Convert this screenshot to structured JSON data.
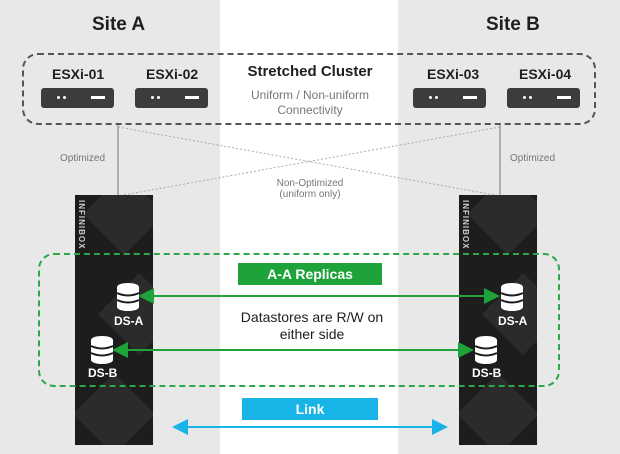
{
  "sites": {
    "a_title": "Site A",
    "b_title": "Site B"
  },
  "cluster": {
    "title": "Stretched Cluster",
    "subtitle_line1": "Uniform / Non-uniform",
    "subtitle_line2": "Connectivity",
    "hosts": [
      "ESXi-01",
      "ESXi-02",
      "ESXi-03",
      "ESXi-04"
    ]
  },
  "paths": {
    "optimized_label": "Optimized",
    "non_optimized_line1": "Non-Optimized",
    "non_optimized_line2": "(uniform only)"
  },
  "storage": {
    "brand": "INFINIBOX",
    "replicas_label": "A-A Replicas",
    "datastores_line1": "Datastores are R/W on",
    "datastores_line2": "either side",
    "ds_a": "DS-A",
    "ds_b": "DS-B",
    "link_label": "Link"
  },
  "colors": {
    "replica": "#1ea33a",
    "link": "#18b4e8",
    "array": "#1d1d1d"
  }
}
